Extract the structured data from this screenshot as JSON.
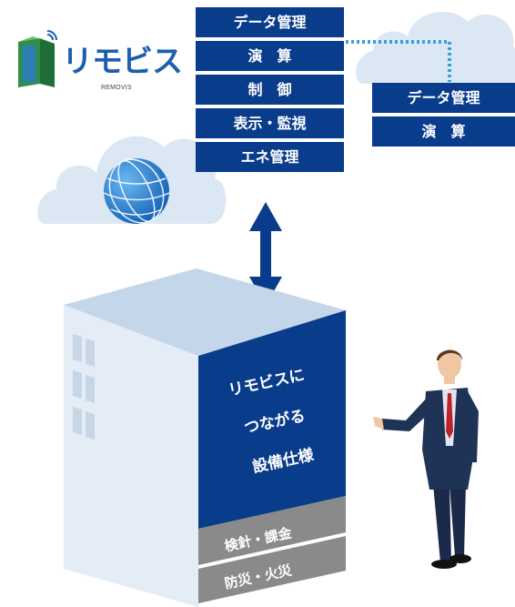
{
  "logo": {
    "name": "リモビス",
    "sub": "REMOVIS"
  },
  "cloud_services": {
    "items": [
      "データ管理",
      "演　算",
      "制　御",
      "表示・監視",
      "エネ管理"
    ]
  },
  "external_cloud": {
    "items": [
      "データ管理",
      "演　算"
    ]
  },
  "building": {
    "lines": [
      "リモビスに",
      "つながる",
      "設備仕様"
    ],
    "bands": [
      "検針・課金",
      "防災・火災"
    ]
  },
  "colors": {
    "navy": "#0a3c8c",
    "cloud": "#dbe8f4",
    "band_gray": "#8a8a8a",
    "dotted_link": "#3a9fd8"
  }
}
